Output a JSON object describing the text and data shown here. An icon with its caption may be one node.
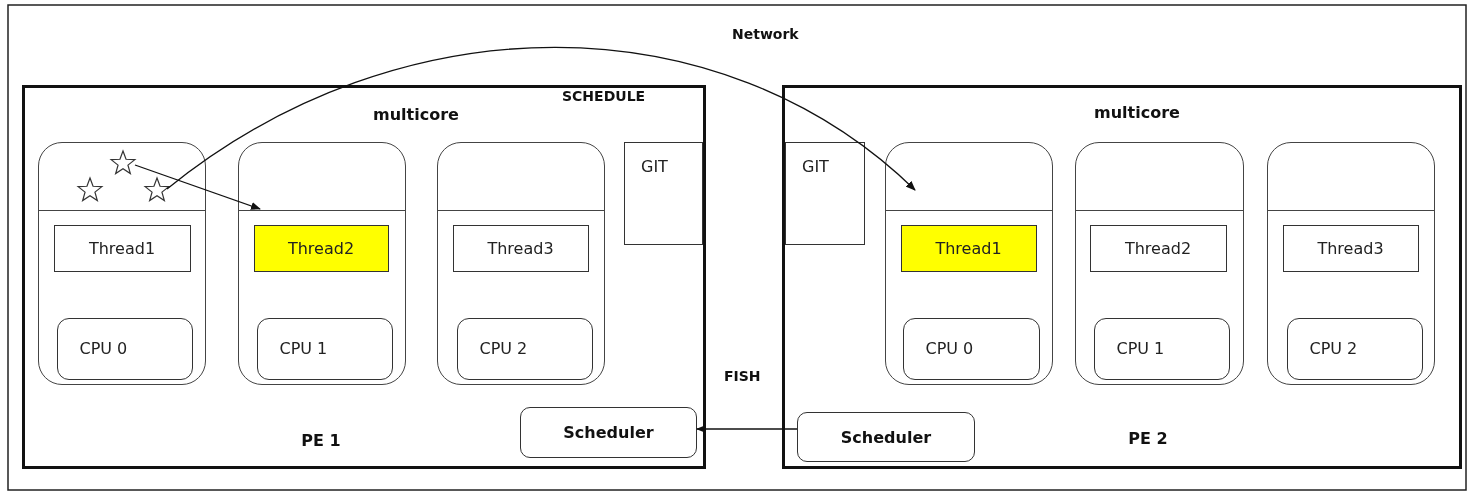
{
  "diagram": {
    "nodes": [
      {
        "text": [
          "multicore",
          "PE 1"
        ]
      },
      {
        "text": [],
        "shape": "box",
        "in": 0
      },
      {
        "text": [],
        "shape": "star",
        "in": 1
      },
      {
        "text": [],
        "shape": "star",
        "in": 1
      },
      {
        "text": [],
        "shape": "star",
        "in": 1
      },
      {
        "text": [
          "Thread1"
        ],
        "in": 1
      },
      {
        "text": [
          "CPU 0"
        ],
        "in": 1
      },
      {
        "text": [],
        "shape": "box",
        "in": 0
      },
      {
        "text": [
          "Thread2"
        ],
        "in": 7
      },
      {
        "text": [
          "CPU 1"
        ],
        "in": 7
      },
      {
        "text": [],
        "shape": "box",
        "in": 0
      },
      {
        "text": [
          "Thread3"
        ],
        "in": 10
      },
      {
        "text": [
          "CPU 2"
        ],
        "in": 10
      },
      {
        "text": [
          "GIT"
        ],
        "in": 0
      },
      {
        "text": [
          "Scheduler"
        ],
        "in": 0
      },
      {
        "text": [
          "multicore",
          "PE 2"
        ]
      },
      {
        "text": [
          "GIT"
        ],
        "in": 15
      },
      {
        "text": [],
        "shape": "box",
        "in": 15
      },
      {
        "text": [
          "Thread1"
        ],
        "in": 17
      },
      {
        "text": [
          "CPU 0"
        ],
        "in": 17
      },
      {
        "text": [],
        "shape": "box",
        "in": 15
      },
      {
        "text": [
          "Thread2"
        ],
        "in": 20
      },
      {
        "text": [
          "CPU 1"
        ],
        "in": 20
      },
      {
        "text": [],
        "shape": "box",
        "in": 15
      },
      {
        "text": [
          "Thread3"
        ],
        "in": 23
      },
      {
        "text": [
          "CPU 2"
        ],
        "in": 23
      },
      {
        "text": [
          "Scheduler"
        ],
        "in": 15
      }
    ],
    "edges": [
      {
        "from": 2,
        "to": 7,
        "arrow": "to"
      },
      {
        "from": 4,
        "to": 17,
        "arrow": "to",
        "label": "SCHEDULE"
      },
      {
        "from": 26,
        "to": 14,
        "arrow": "to",
        "label": "FISH"
      }
    ],
    "labels": [
      "Network"
    ]
  }
}
